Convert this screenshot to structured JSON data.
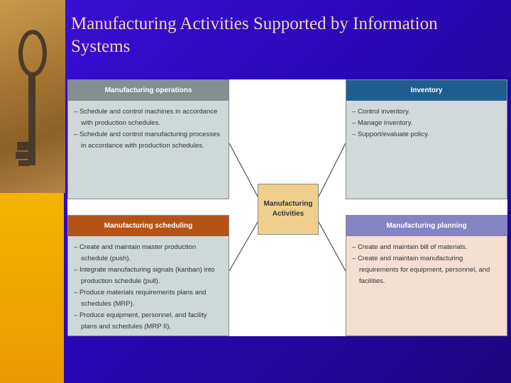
{
  "slide": {
    "title": "Manufacturing Activities Supported by Information Systems"
  },
  "diagram": {
    "center_label": "Manufacturing Activities",
    "boxes": {
      "manufacturing_operations": {
        "header": "Manufacturing operations",
        "color": "#838f93",
        "items": [
          "Schedule and control machines in accordance with production schedules.",
          "Schedule and control manufacturing processes in accordance with production schedules."
        ]
      },
      "inventory": {
        "header": "Inventory",
        "color": "#1e5f8f",
        "items": [
          "Control inventory.",
          "Manage inventory.",
          "Support/evaluate policy."
        ]
      },
      "manufacturing_scheduling": {
        "header": "Manufacturing scheduling",
        "color": "#b55316",
        "items": [
          "Create and maintain master production schedule (push).",
          "Integrate manufacturing signals (kanban) into production schedule (pull).",
          "Produce materials requirements plans and schedules (MRP).",
          "Produce equipment, personnel, and facility plans and schedules (MRP II)."
        ]
      },
      "manufacturing_planning": {
        "header": "Manufacturing planning",
        "color": "#8484c4",
        "items": [
          "Create and maintain bill of materials.",
          "Create and maintain manufacturing requirements for equipment, personnel, and facilities."
        ]
      }
    }
  }
}
